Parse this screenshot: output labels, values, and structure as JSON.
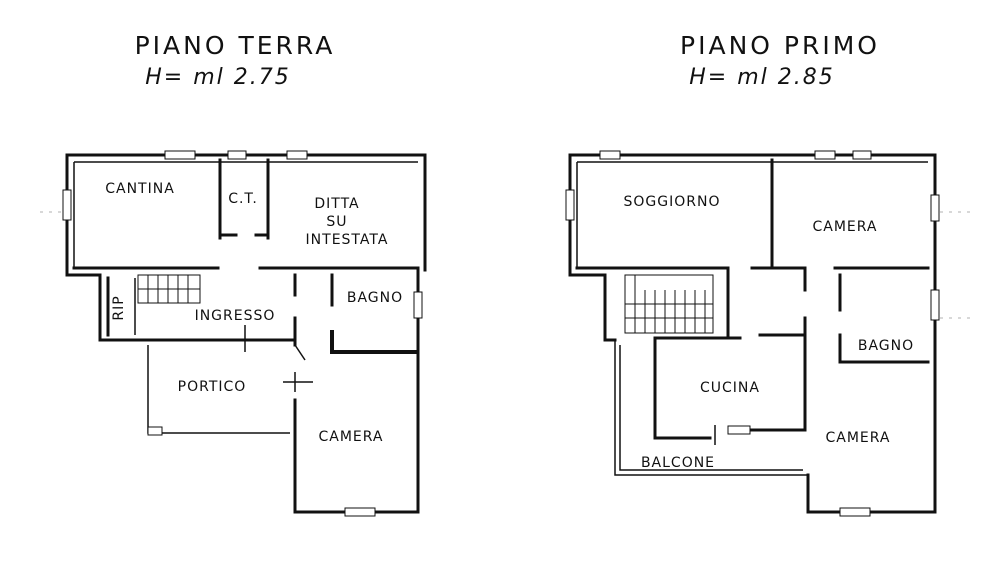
{
  "ground_floor": {
    "title": "PIANO TERRA",
    "height": "H= ml 2.75",
    "rooms": {
      "cantina": "CANTINA",
      "ct": "C.T.",
      "ditta_1": "DITTA",
      "ditta_2": "SU",
      "ditta_3": "INTESTATA",
      "bagno": "BAGNO",
      "rip": "RIP",
      "ingresso": "INGRESSO",
      "portico": "PORTICO",
      "camera": "CAMERA"
    }
  },
  "first_floor": {
    "title": "PIANO PRIMO",
    "height": "H= ml 2.85",
    "rooms": {
      "soggiorno": "SOGGIORNO",
      "camera_top": "CAMERA",
      "bagno": "BAGNO",
      "cucina": "CUCINA",
      "camera_bottom": "CAMERA",
      "balcone": "BALCONE"
    }
  }
}
